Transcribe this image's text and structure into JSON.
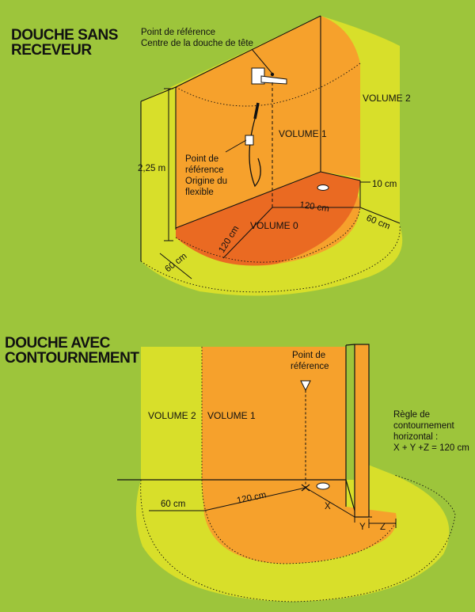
{
  "colors": {
    "background": "#9dc53b",
    "volume2": "#d8df2a",
    "volume1": "#f6a12c",
    "volume0": "#ea6a22",
    "line": "#111111",
    "fixture": "#ffffff"
  },
  "diagram_top": {
    "title_line1": "DOUCHE SANS",
    "title_line2": "RECEVEUR",
    "ref_head_line1": "Point de référence",
    "ref_head_line2": "Centre de la douche de tête",
    "ref_flex_line1": "Point de",
    "ref_flex_line2": "référence",
    "ref_flex_line3": "Origine du",
    "ref_flex_line4": "flexible",
    "height": "2,25 m",
    "volume1": "VOLUME 1",
    "volume2": "VOLUME 2",
    "volume0": "VOLUME 0",
    "dim_10": "10 cm",
    "dim_120_a": "120 cm",
    "dim_120_b": "120 cm",
    "dim_60_a": "60 cm",
    "dim_60_b": "60 cm"
  },
  "diagram_bottom": {
    "title_line1": "DOUCHE AVEC",
    "title_line2": "CONTOURNEMENT",
    "ref_line1": "Point de",
    "ref_line2": "référence",
    "volume2": "VOLUME 2",
    "volume1": "VOLUME 1",
    "rule_line1": "Règle de",
    "rule_line2": "contournement",
    "rule_line3": "horizontal :",
    "rule_line4": "X + Y +Z = 120 cm",
    "dim_60": "60 cm",
    "dim_120": "120 cm",
    "x": "X",
    "y": "Y",
    "z": "Z"
  }
}
